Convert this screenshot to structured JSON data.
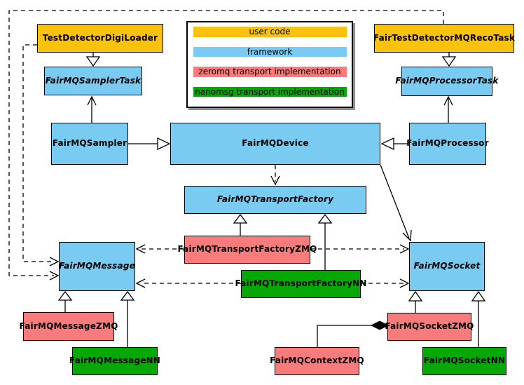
{
  "diagram": {
    "kind": "uml-class-diagram"
  },
  "colors": {
    "user_code": "#FBC20D",
    "framework": "#79CBF2",
    "zeromq": "#F97B7B",
    "nanomsg": "#06A806",
    "line": "#000000",
    "background": "#FFFFFF"
  },
  "legend": {
    "items": [
      {
        "label": "user code",
        "color": "#FBC20D"
      },
      {
        "label": "framework",
        "color": "#79CBF2"
      },
      {
        "label": "zeromq transport implementation",
        "color": "#F97B7B"
      },
      {
        "label": "nanomsg transport implementation",
        "color": "#06A806"
      }
    ]
  },
  "nodes": {
    "testDetectorDigiLoader": {
      "label": "TestDetectorDigiLoader",
      "category": "user code",
      "abstract": false
    },
    "fairTestDetectorMQRecoTask": {
      "label": "FairTestDetectorMQRecoTask",
      "category": "user code",
      "abstract": false
    },
    "fairMQSamplerTask": {
      "label": "FairMQSamplerTask",
      "category": "framework",
      "abstract": true
    },
    "fairMQProcessorTask": {
      "label": "FairMQProcessorTask",
      "category": "framework",
      "abstract": true
    },
    "fairMQSampler": {
      "label": "FairMQSampler",
      "category": "framework",
      "abstract": false
    },
    "fairMQDevice": {
      "label": "FairMQDevice",
      "category": "framework",
      "abstract": false
    },
    "fairMQProcessor": {
      "label": "FairMQProcessor",
      "category": "framework",
      "abstract": false
    },
    "fairMQTransportFactory": {
      "label": "FairMQTransportFactory",
      "category": "framework",
      "abstract": true
    },
    "fairMQTransportFactoryZMQ": {
      "label": "FairMQTransportFactoryZMQ",
      "category": "zeromq transport implementation",
      "abstract": false
    },
    "fairMQTransportFactoryNN": {
      "label": "FairMQTransportFactoryNN",
      "category": "nanomsg transport implementation",
      "abstract": false
    },
    "fairMQMessage": {
      "label": "FairMQMessage",
      "category": "framework",
      "abstract": true
    },
    "fairMQSocket": {
      "label": "FairMQSocket",
      "category": "framework",
      "abstract": true
    },
    "fairMQMessageZMQ": {
      "label": "FairMQMessageZMQ",
      "category": "zeromq transport implementation",
      "abstract": false
    },
    "fairMQMessageNN": {
      "label": "FairMQMessageNN",
      "category": "nanomsg transport implementation",
      "abstract": false
    },
    "fairMQContextZMQ": {
      "label": "FairMQContextZMQ",
      "category": "zeromq transport implementation",
      "abstract": false
    },
    "fairMQSocketZMQ": {
      "label": "FairMQSocketZMQ",
      "category": "zeromq transport implementation",
      "abstract": false
    },
    "fairMQSocketNN": {
      "label": "FairMQSocketNN",
      "category": "nanomsg transport implementation",
      "abstract": false
    }
  },
  "edges": [
    {
      "from": "TestDetectorDigiLoader",
      "to": "FairMQSamplerTask",
      "head": "hollow-triangle",
      "style": "solid"
    },
    {
      "from": "FairTestDetectorMQRecoTask",
      "to": "FairMQProcessorTask",
      "head": "hollow-triangle",
      "style": "solid"
    },
    {
      "from": "FairMQSampler",
      "to": "FairMQSamplerTask",
      "head": "open-vee",
      "style": "solid"
    },
    {
      "from": "FairMQProcessor",
      "to": "FairMQProcessorTask",
      "head": "open-vee",
      "style": "solid"
    },
    {
      "from": "FairMQSampler",
      "to": "FairMQDevice",
      "head": "hollow-triangle",
      "style": "solid"
    },
    {
      "from": "FairMQProcessor",
      "to": "FairMQDevice",
      "head": "hollow-triangle",
      "style": "solid"
    },
    {
      "from": "FairMQDevice",
      "to": "FairMQTransportFactory",
      "head": "open-vee",
      "style": "dashed"
    },
    {
      "from": "FairMQDevice",
      "to": "FairMQSocket",
      "head": "open-vee",
      "style": "solid"
    },
    {
      "from": "FairMQTransportFactoryZMQ",
      "to": "FairMQTransportFactory",
      "head": "hollow-triangle",
      "style": "solid"
    },
    {
      "from": "FairMQTransportFactoryNN",
      "to": "FairMQTransportFactory",
      "head": "hollow-triangle",
      "style": "solid"
    },
    {
      "from": "FairMQTransportFactoryZMQ",
      "to": "FairMQMessage",
      "head": "open-vee",
      "style": "dashed"
    },
    {
      "from": "FairMQTransportFactoryZMQ",
      "to": "FairMQSocket",
      "head": "open-vee",
      "style": "dashed"
    },
    {
      "from": "FairMQTransportFactoryNN",
      "to": "FairMQMessage",
      "head": "open-vee",
      "style": "dashed"
    },
    {
      "from": "FairMQTransportFactoryNN",
      "to": "FairMQSocket",
      "head": "open-vee",
      "style": "dashed"
    },
    {
      "from": "TestDetectorDigiLoader",
      "to": "FairMQMessage",
      "head": "open-vee",
      "style": "dashed"
    },
    {
      "from": "FairTestDetectorMQRecoTask",
      "to": "FairMQMessage",
      "head": "open-vee",
      "style": "dashed"
    },
    {
      "from": "FairMQMessageZMQ",
      "to": "FairMQMessage",
      "head": "hollow-triangle",
      "style": "solid"
    },
    {
      "from": "FairMQMessageNN",
      "to": "FairMQMessage",
      "head": "hollow-triangle",
      "style": "solid"
    },
    {
      "from": "FairMQSocketZMQ",
      "to": "FairMQSocket",
      "head": "hollow-triangle",
      "style": "solid"
    },
    {
      "from": "FairMQSocketNN",
      "to": "FairMQSocket",
      "head": "hollow-triangle",
      "style": "solid"
    },
    {
      "from": "FairMQContextZMQ",
      "to": "FairMQSocketZMQ",
      "head": "filled-diamond",
      "style": "solid"
    }
  ]
}
